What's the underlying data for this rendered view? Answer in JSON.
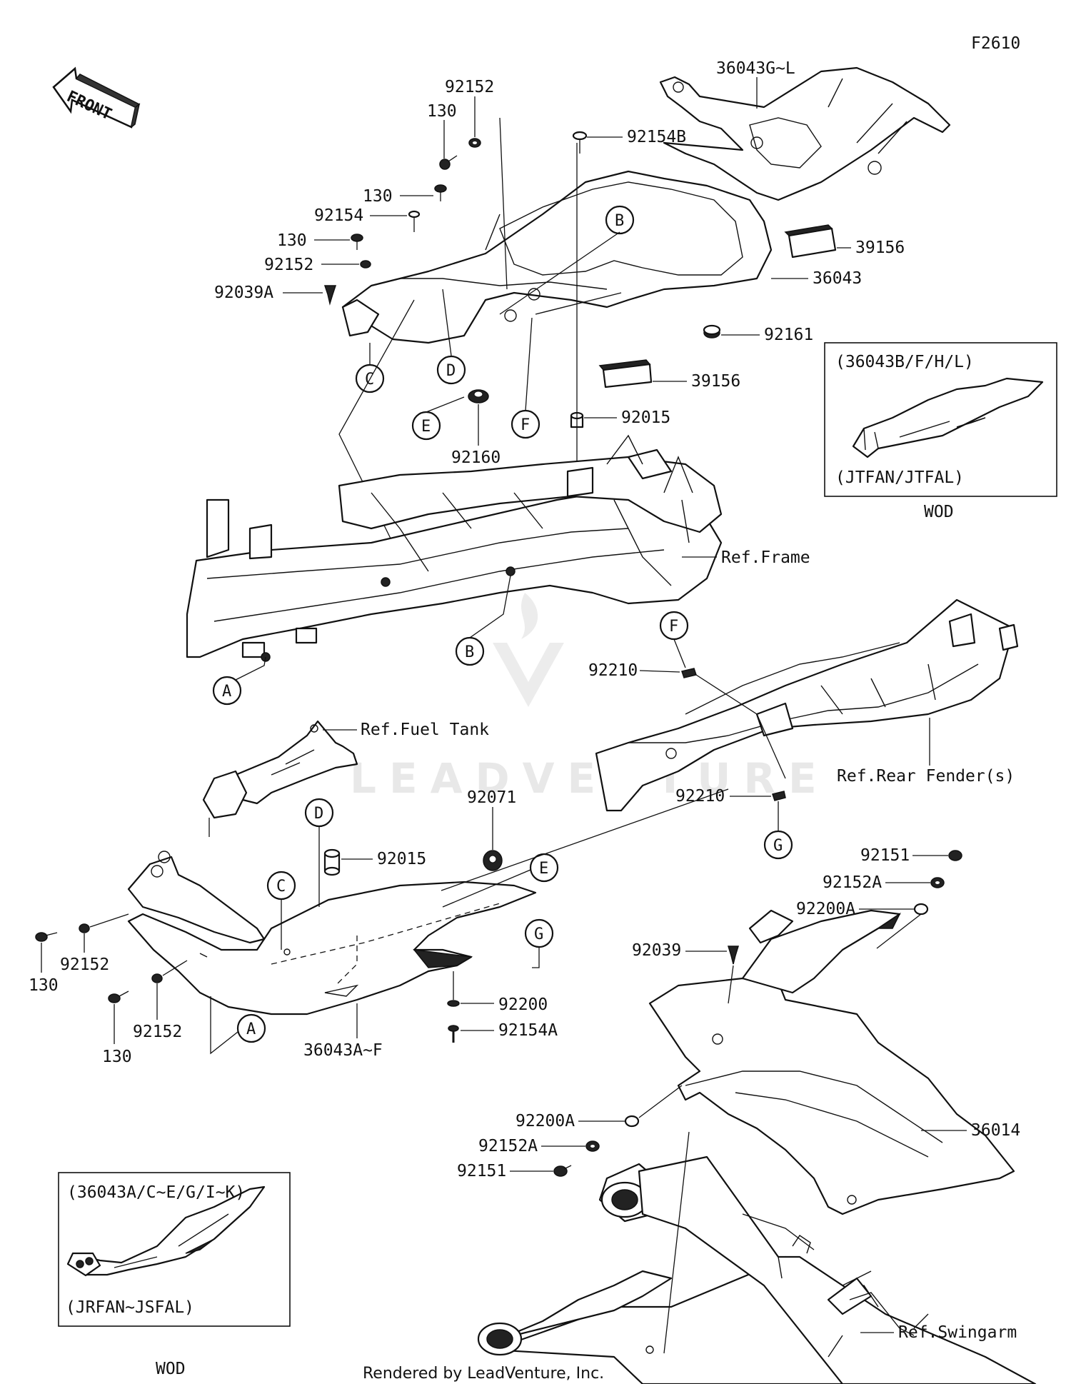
{
  "diagram": {
    "code": "F2610",
    "front_label": "FRONT",
    "watermark": "LEADVENTURE",
    "credit": "Rendered by LeadVenture, Inc.",
    "parts": {
      "p130a": "130",
      "p92152a": "92152",
      "p92154B": "92154B",
      "p130b": "130",
      "p92154": "92154",
      "p130c": "130",
      "p92152b": "92152",
      "p92039A": "92039A",
      "p36043GL": "36043G~L",
      "p39156a": "39156",
      "p36043": "36043",
      "p92161": "92161",
      "p39156b": "39156",
      "p92015a": "92015",
      "p92160": "92160",
      "refFrame": "Ref.Frame",
      "refFuelTank": "Ref.Fuel Tank",
      "p92210a": "92210",
      "refRearFender": "Ref.Rear Fender(s)",
      "p92210b": "92210",
      "p92071": "92071",
      "p92015b": "92015",
      "p92151a": "92151",
      "p92152Aa": "92152A",
      "p92200Aa": "92200A",
      "p92039": "92039",
      "p92152c": "92152",
      "p130d": "130",
      "p92152d": "92152",
      "p130e": "130",
      "p92200": "92200",
      "p92154A": "92154A",
      "p36043AF": "36043A~F",
      "p36014": "36014",
      "p92200Ab": "92200A",
      "p92152Ab": "92152A",
      "p92151b": "92151",
      "refSwingarm": "Ref.Swingarm"
    },
    "callouts": {
      "B1": "B",
      "C1": "C",
      "D1": "D",
      "E1": "E",
      "F1": "F",
      "B2": "B",
      "A1": "A",
      "F2": "F",
      "G1": "G",
      "D2": "D",
      "C2": "C",
      "E2": "E",
      "G2": "G",
      "A2": "A"
    },
    "inset_top": {
      "models": "(36043B/F/H/L)",
      "variants": "(JTFAN/JTFAL)",
      "caption": "WOD"
    },
    "inset_bottom": {
      "models": "(36043A/C~E/G/I~K)",
      "variants": "(JRFAN~JSFAL)",
      "caption": "WOD"
    }
  }
}
